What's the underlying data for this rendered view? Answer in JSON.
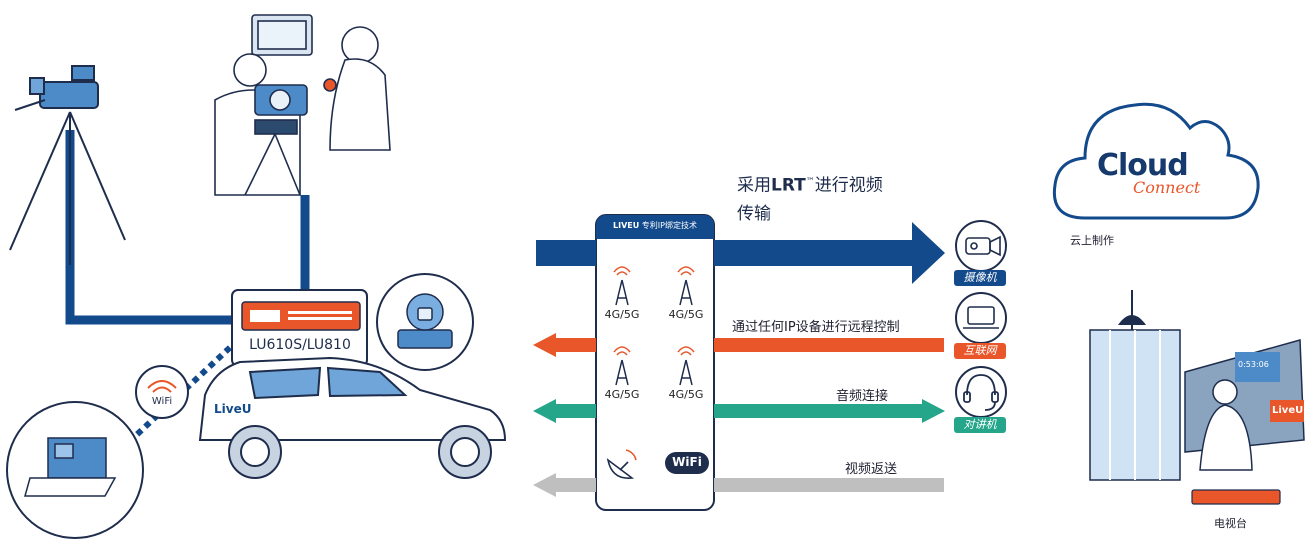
{
  "main_heading": "采用LRT™进行视频传输",
  "main_heading_parts": {
    "prefix": "采用",
    "brand": "LRT",
    "tm": "™",
    "suffix": "进行视频",
    "line2": "传输"
  },
  "bonding_panel": {
    "title_brand": "LIVEU",
    "title_rest": "专利IP绑定技术",
    "cells": [
      "4G/5G",
      "4G/5G",
      "4G/5G",
      "4G/5G"
    ],
    "satellite_icon": "satellite-dish-icon",
    "wifi_badge": "WiFi"
  },
  "device_label": "LU610S/LU810",
  "vehicle_logo": "LiveU",
  "wifi_bubble": "WiFi",
  "arrows": [
    {
      "name": "video-transmission",
      "color": "#124a8c",
      "label": ""
    },
    {
      "name": "remote-control",
      "color": "#e8562a",
      "label": "通过任何IP设备进行远程控制"
    },
    {
      "name": "audio",
      "color": "#25a68a",
      "label": "音频连接"
    },
    {
      "name": "return-video",
      "color": "#bfbfbf",
      "label": "视频返送"
    }
  ],
  "endpoints": [
    {
      "icon": "camcorder-icon",
      "tag": "摄像机",
      "color": "#124a8c"
    },
    {
      "icon": "laptop-icon",
      "tag": "互联网",
      "color": "#e8562a"
    },
    {
      "icon": "headset-icon",
      "tag": "对讲机",
      "color": "#25a68a"
    }
  ],
  "cloud": {
    "word": "Cloud",
    "sub": "Connect",
    "caption": "云上制作"
  },
  "station": {
    "caption": "电视台",
    "screen_time": "0:53:06",
    "screen_logo": "LiveU"
  },
  "colors": {
    "navy": "#124a8c",
    "orange": "#e8562a",
    "green": "#25a68a",
    "grey": "#bfbfbf",
    "line": "#1f2d4d"
  }
}
